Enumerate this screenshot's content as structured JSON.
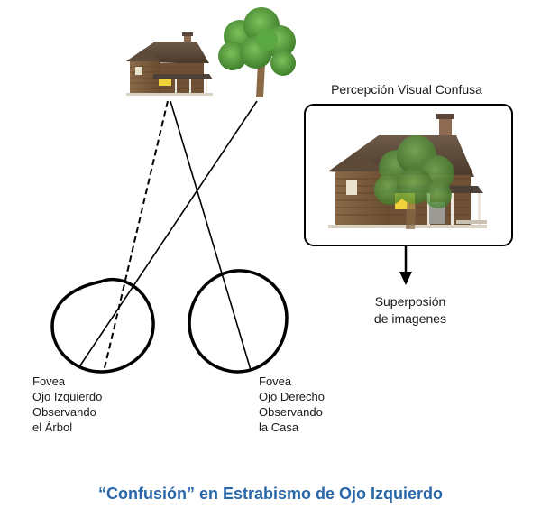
{
  "perception": {
    "title": "Percepción Visual Confusa",
    "result_line1": "Superposión",
    "result_line2": "de imagenes"
  },
  "left_eye": {
    "line1": "Fovea",
    "line2": "Ojo Izquierdo",
    "line3": "Observando",
    "line4": "el Árbol"
  },
  "right_eye": {
    "line1": "Fovea",
    "line2": "Ojo Derecho",
    "line3": "Observando",
    "line4": "la Casa"
  },
  "caption": "“Confusión” en Estrabismo de Ojo Izquierdo",
  "colors": {
    "caption": "#2a67a8",
    "line": "#000000",
    "house_wall": "#7a5a3c",
    "roof": "#5a4634",
    "tree_foliage": "#4f9a3a",
    "window_light": "#f2d23a"
  },
  "icons": [
    "house-icon",
    "tree-icon",
    "eye-icon",
    "arrow-down-icon"
  ]
}
